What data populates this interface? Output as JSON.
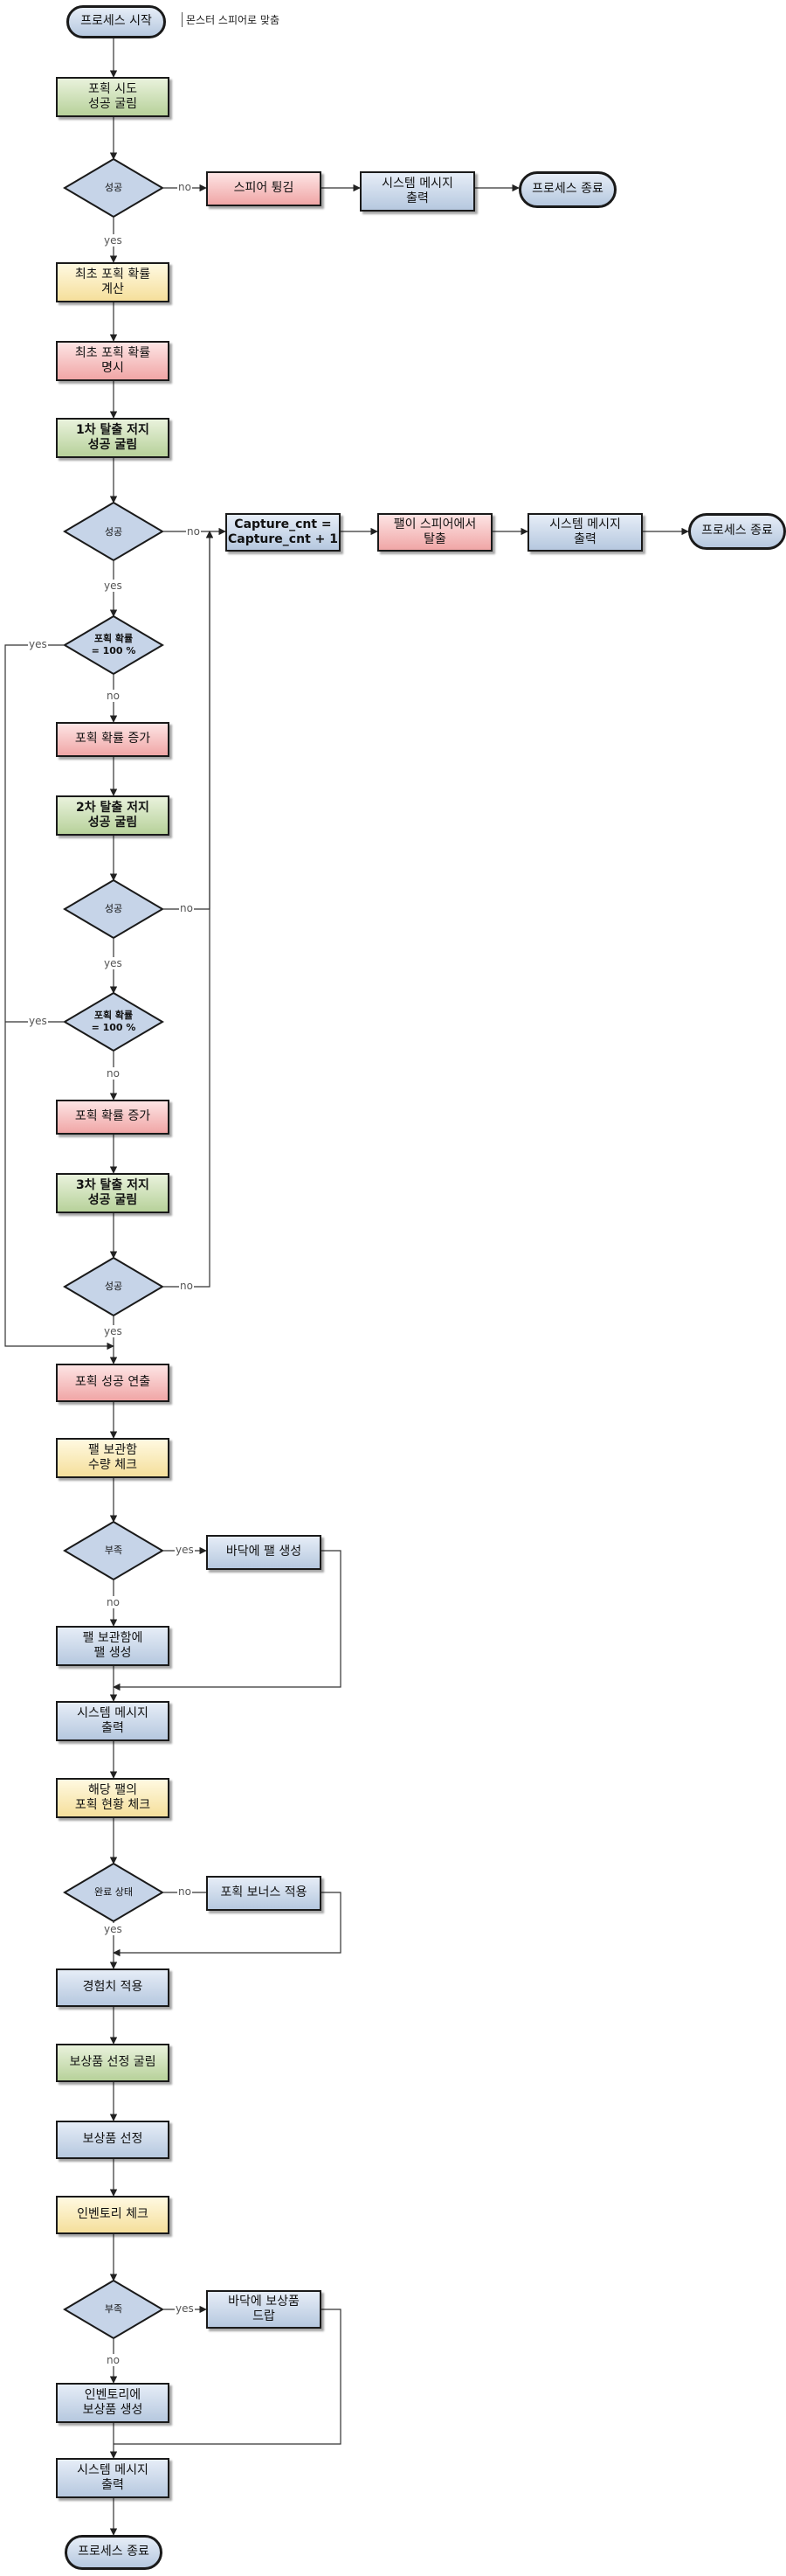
{
  "diagram": {
    "start": "프로세스 시작",
    "start_note": "몬스터 스피어로 맞춤",
    "catch_attempt_gauge": "포획 시도\n성공 굴림",
    "success": "성공",
    "spear_bounce": "스피어 튕김",
    "system_message_output": "시스템 메시지\n출력",
    "process_end": "프로세스 종료",
    "initial_catch_rate_calc": "최초 포획 확률\n계산",
    "initial_catch_rate_show": "최초 포획 확률\n명시",
    "escape_1": "1차 탈출 저지\n성공 굴림",
    "capture_cnt": "Capture_cnt =\nCapture_cnt + 1",
    "pal_escape": "팰이 스피어에서\n탈출",
    "rate_100": "포획 확률\n= 100 %",
    "rate_increase": "포획 확률 증가",
    "escape_2": "2차 탈출 저지\n성공 굴림",
    "escape_3": "3차 탈출 저지\n성공 굴림",
    "catch_success_fx": "포획 성공 연출",
    "box_capacity_check": "팰 보관함\n수량 체크",
    "shortage": "부족",
    "spawn_on_floor": "바닥에 팰 생성",
    "spawn_in_box": "팰 보관함에\n팰 생성",
    "system_message": "시스템 메시지\n출력",
    "pal_catch_status": "해당 팰의\n포획 현황 체크",
    "complete_state": "완료 상태",
    "catch_bonus": "포획 보너스 적용",
    "exp_apply": "경험치 적용",
    "reward_roll": "보상품 선정 굴림",
    "reward_select": "보상품 선정",
    "inventory_check": "인벤토리 체크",
    "drop_reward": "바닥에 보상품\n드랍",
    "inventory_add": "인벤토리에\n보상품 생성",
    "yes": "yes",
    "no": "no"
  }
}
